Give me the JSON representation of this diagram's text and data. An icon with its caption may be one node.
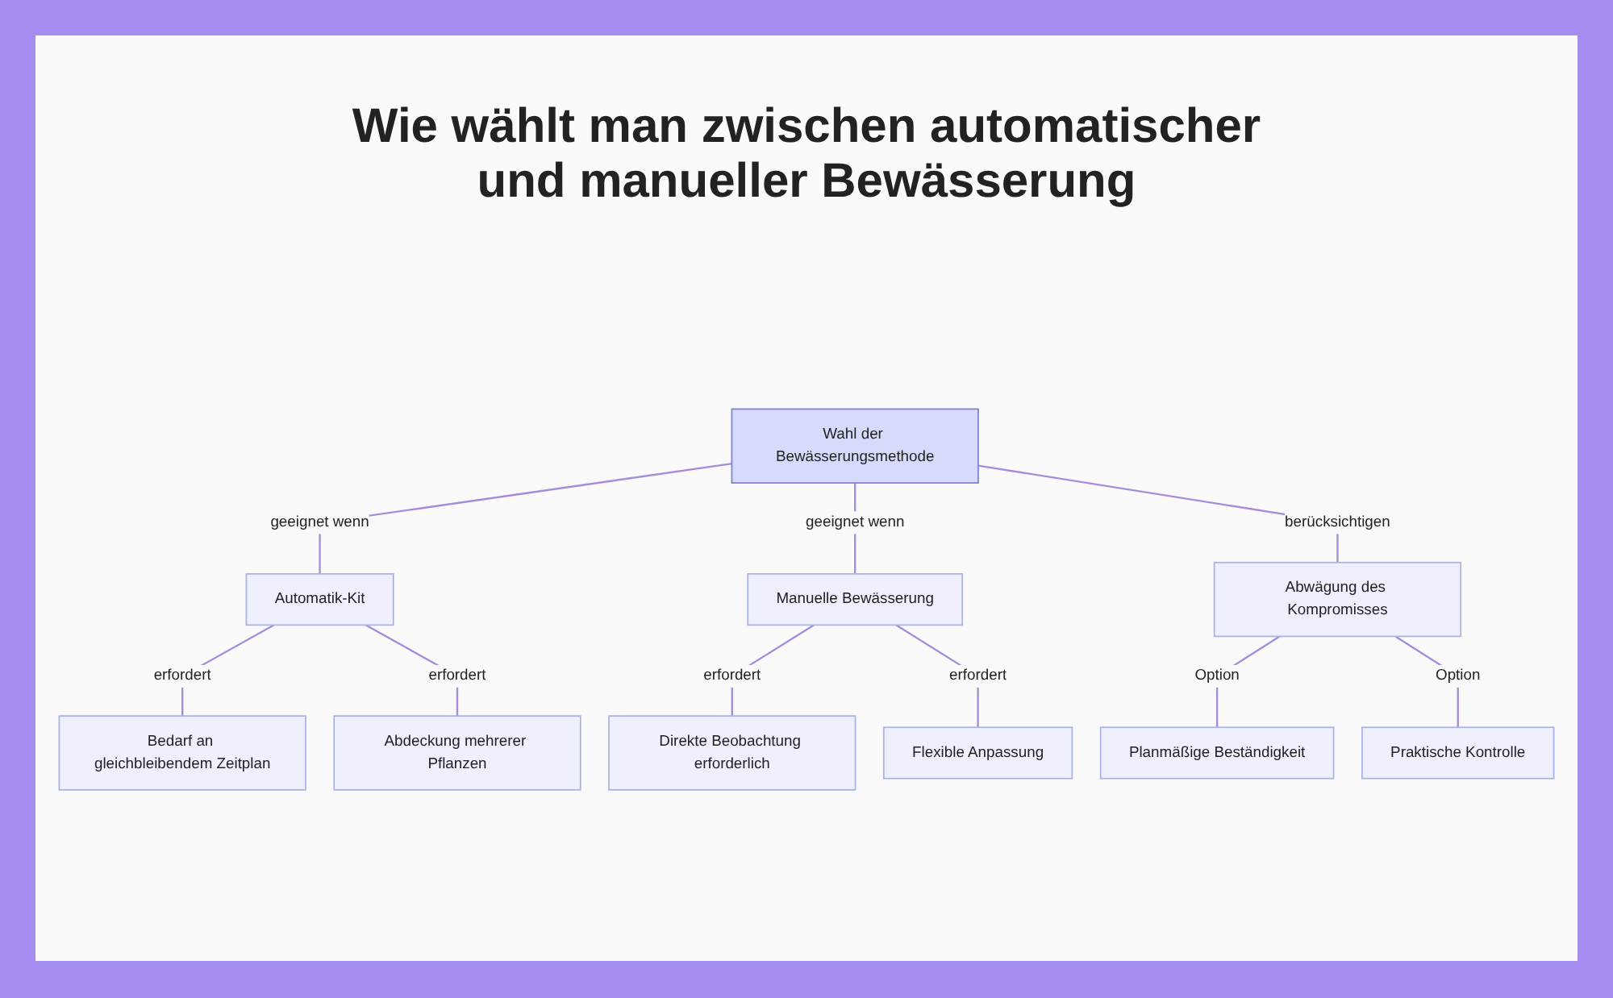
{
  "diagram": {
    "title": "Wie wählt man zwischen automatischer und manueller Bewässerung",
    "nodes": [
      {
        "text": [
          "Wahl der Bewässerungsmethode"
        ]
      },
      {
        "text": [
          "Automatik-Kit"
        ]
      },
      {
        "text": [
          "Manuelle Bewässerung"
        ]
      },
      {
        "text": [
          "Abwägung des Kompromisses"
        ]
      },
      {
        "text": [
          "Bedarf an gleichbleibendem Zeitplan"
        ]
      },
      {
        "text": [
          "Abdeckung mehrerer Pflanzen"
        ]
      },
      {
        "text": [
          "Direkte Beobachtung erforderlich"
        ]
      },
      {
        "text": [
          "Flexible Anpassung"
        ]
      },
      {
        "text": [
          "Planmäßige Beständigkeit"
        ]
      },
      {
        "text": [
          "Praktische Kontrolle"
        ]
      }
    ],
    "edges": [
      {
        "from": 0,
        "to": 1,
        "arrow": "none",
        "label": "geeignet wenn"
      },
      {
        "from": 0,
        "to": 2,
        "arrow": "none",
        "label": "geeignet wenn"
      },
      {
        "from": 0,
        "to": 3,
        "arrow": "none",
        "label": "berücksichtigen"
      },
      {
        "from": 1,
        "to": 4,
        "arrow": "none",
        "label": "erfordert"
      },
      {
        "from": 1,
        "to": 5,
        "arrow": "none",
        "label": "erfordert"
      },
      {
        "from": 2,
        "to": 6,
        "arrow": "none",
        "label": "erfordert"
      },
      {
        "from": 2,
        "to": 7,
        "arrow": "none",
        "label": "erfordert"
      },
      {
        "from": 3,
        "to": 8,
        "arrow": "none",
        "label": "Option"
      },
      {
        "from": 3,
        "to": 9,
        "arrow": "none",
        "label": "Option"
      }
    ]
  }
}
